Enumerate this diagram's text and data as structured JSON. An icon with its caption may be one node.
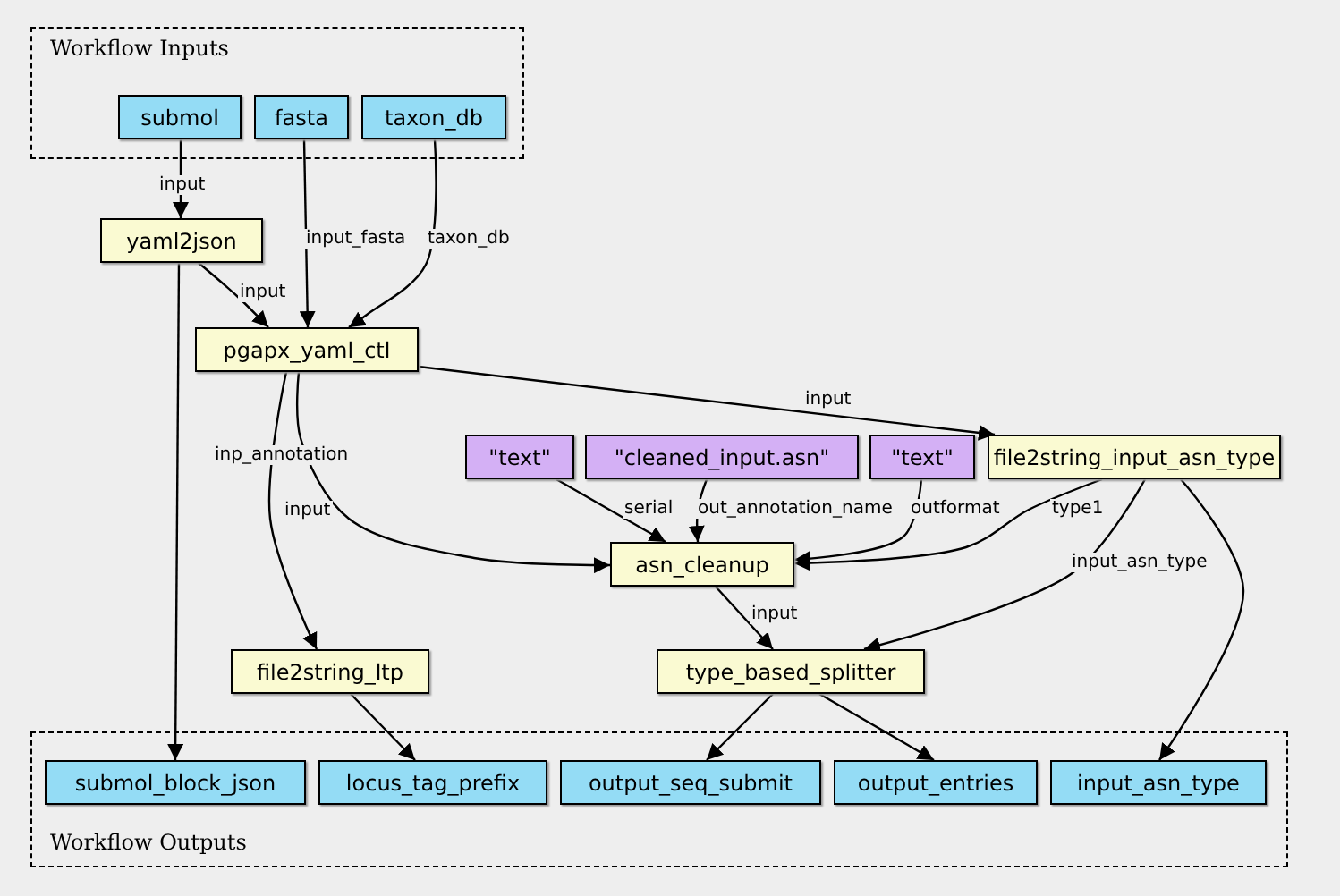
{
  "diagram": {
    "nodes": [
      {
        "text": [
          "Workflow Inputs"
        ]
      },
      {
        "text": [
          "submol"
        ],
        "in": 0
      },
      {
        "text": [
          "fasta"
        ],
        "in": 0
      },
      {
        "text": [
          "taxon_db"
        ],
        "in": 0
      },
      {
        "text": [
          "yaml2json"
        ]
      },
      {
        "text": [
          "pgapx_yaml_ctl"
        ]
      },
      {
        "text": [
          "\"text\""
        ]
      },
      {
        "text": [
          "\"cleaned_input.asn\""
        ]
      },
      {
        "text": [
          "\"text\""
        ]
      },
      {
        "text": [
          "file2string_input_asn_type"
        ]
      },
      {
        "text": [
          "asn_cleanup"
        ]
      },
      {
        "text": [
          "file2string_ltp"
        ]
      },
      {
        "text": [
          "type_based_splitter"
        ]
      },
      {
        "text": [
          "Workflow Outputs"
        ]
      },
      {
        "text": [
          "submol_block_json"
        ],
        "in": 13
      },
      {
        "text": [
          "locus_tag_prefix"
        ],
        "in": 13
      },
      {
        "text": [
          "output_seq_submit"
        ],
        "in": 13
      },
      {
        "text": [
          "output_entries"
        ],
        "in": 13
      },
      {
        "text": [
          "input_asn_type"
        ],
        "in": 13
      }
    ],
    "edges": [
      {
        "from": 1,
        "to": 4,
        "arrow": "to",
        "label": "input"
      },
      {
        "from": 2,
        "to": 5,
        "arrow": "to",
        "label": "input_fasta"
      },
      {
        "from": 3,
        "to": 5,
        "arrow": "to",
        "label": "taxon_db"
      },
      {
        "from": 4,
        "to": 5,
        "arrow": "to",
        "label": "input"
      },
      {
        "from": 4,
        "to": 14,
        "arrow": "to"
      },
      {
        "from": 5,
        "to": 9,
        "arrow": "to",
        "label": "input"
      },
      {
        "from": 5,
        "to": 10,
        "arrow": "to",
        "label": "inp_annotation"
      },
      {
        "from": 5,
        "to": 11,
        "arrow": "to",
        "label": "input"
      },
      {
        "from": 6,
        "to": 10,
        "arrow": "to",
        "label": "serial"
      },
      {
        "from": 7,
        "to": 10,
        "arrow": "to",
        "label": "out_annotation_name"
      },
      {
        "from": 8,
        "to": 10,
        "arrow": "to",
        "label": "outformat"
      },
      {
        "from": 9,
        "to": 10,
        "arrow": "to",
        "label": "type1"
      },
      {
        "from": 9,
        "to": 12,
        "arrow": "to",
        "label": "input_asn_type"
      },
      {
        "from": 9,
        "to": 18,
        "arrow": "to"
      },
      {
        "from": 10,
        "to": 12,
        "arrow": "to",
        "label": "input"
      },
      {
        "from": 11,
        "to": 15,
        "arrow": "to"
      },
      {
        "from": 12,
        "to": 16,
        "arrow": "to"
      },
      {
        "from": 12,
        "to": 17,
        "arrow": "to"
      }
    ]
  }
}
